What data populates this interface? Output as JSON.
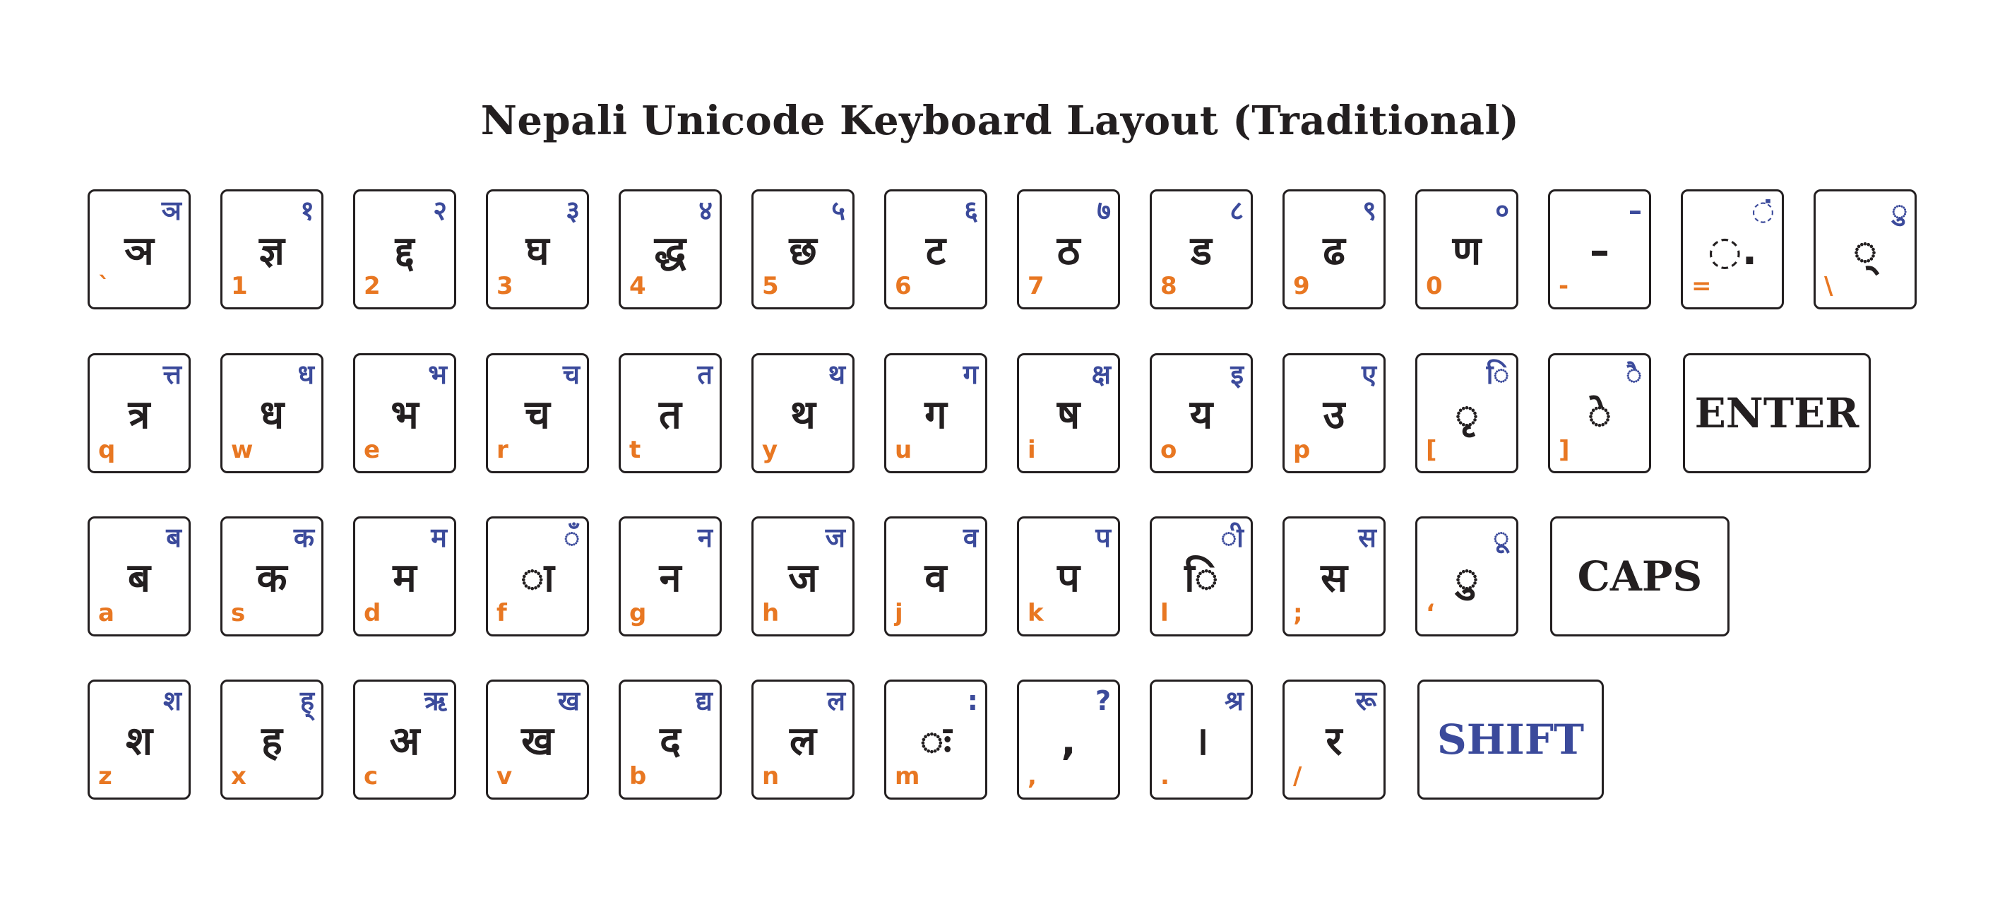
{
  "title": "Nepali Unicode Keyboard Layout (Traditional)",
  "rows": [
    [
      {
        "main": "ञ",
        "shift": "ञ",
        "eng": "`"
      },
      {
        "main": "ज्ञ",
        "shift": "१",
        "eng": "1"
      },
      {
        "main": "द्द",
        "shift": "२",
        "eng": "2"
      },
      {
        "main": "घ",
        "shift": "३",
        "eng": "3"
      },
      {
        "main": "द्ध",
        "shift": "४",
        "eng": "4"
      },
      {
        "main": "छ",
        "shift": "५",
        "eng": "5"
      },
      {
        "main": "ट",
        "shift": "६",
        "eng": "6"
      },
      {
        "main": "ठ",
        "shift": "७",
        "eng": "7"
      },
      {
        "main": "ड",
        "shift": "८",
        "eng": "8"
      },
      {
        "main": "ढ",
        "shift": "९",
        "eng": "9"
      },
      {
        "main": "ण",
        "shift": "०",
        "eng": "0"
      },
      {
        "main": "–",
        "shift": "–",
        "eng": "-"
      },
      {
        "main": "◌.",
        "shift": "◌̇",
        "eng": "="
      },
      {
        "main": "◌्",
        "shift": "◌ु",
        "eng": "\\"
      }
    ],
    [
      {
        "main": "त्र",
        "shift": "त्त",
        "eng": "q"
      },
      {
        "main": "ध",
        "shift": "ध",
        "eng": "w"
      },
      {
        "main": "भ",
        "shift": "भ",
        "eng": "e"
      },
      {
        "main": "च",
        "shift": "च",
        "eng": "r"
      },
      {
        "main": "त",
        "shift": "त",
        "eng": "t"
      },
      {
        "main": "थ",
        "shift": "थ",
        "eng": "y"
      },
      {
        "main": "ग",
        "shift": "ग",
        "eng": "u"
      },
      {
        "main": "ष",
        "shift": "क्ष",
        "eng": "i"
      },
      {
        "main": "य",
        "shift": "इ",
        "eng": "o"
      },
      {
        "main": "उ",
        "shift": "ए",
        "eng": "p"
      },
      {
        "main": "◌ृ",
        "shift": "◌ि",
        "eng": "["
      },
      {
        "main": "◌े",
        "shift": "◌ै",
        "eng": "]"
      }
    ],
    [
      {
        "main": "ब",
        "shift": "ब",
        "eng": "a"
      },
      {
        "main": "क",
        "shift": "क",
        "eng": "s"
      },
      {
        "main": "म",
        "shift": "म",
        "eng": "d"
      },
      {
        "main": "ा",
        "shift": "◌ँ",
        "eng": "f"
      },
      {
        "main": "न",
        "shift": "न",
        "eng": "g"
      },
      {
        "main": "ज",
        "shift": "ज",
        "eng": "h"
      },
      {
        "main": "व",
        "shift": "व",
        "eng": "j"
      },
      {
        "main": "प",
        "shift": "प",
        "eng": "k"
      },
      {
        "main": "ि",
        "shift": "ी",
        "eng": "l"
      },
      {
        "main": "स",
        "shift": "स",
        "eng": ";"
      },
      {
        "main": "◌ु",
        "shift": "◌ू",
        "eng": "‘"
      }
    ],
    [
      {
        "main": "श",
        "shift": "श",
        "eng": "z"
      },
      {
        "main": "ह",
        "shift": "ह्",
        "eng": "x"
      },
      {
        "main": "अ",
        "shift": "ऋ",
        "eng": "c"
      },
      {
        "main": "ख",
        "shift": "ख",
        "eng": "v"
      },
      {
        "main": "द",
        "shift": "द्य",
        "eng": "b"
      },
      {
        "main": "ल",
        "shift": "ल",
        "eng": "n"
      },
      {
        "main": "◌ः",
        "shift": ":",
        "eng": "m"
      },
      {
        "main": ",",
        "shift": "?",
        "eng": ","
      },
      {
        "main": "।",
        "shift": "श्र",
        "eng": "."
      },
      {
        "main": "र",
        "shift": "रू",
        "eng": "/"
      }
    ]
  ],
  "special": {
    "enter": "ENTER",
    "caps": "CAPS",
    "shift": "SHIFT"
  },
  "colors": {
    "main": "#231f20",
    "shift": "#3b4a9b",
    "english": "#e87722"
  }
}
